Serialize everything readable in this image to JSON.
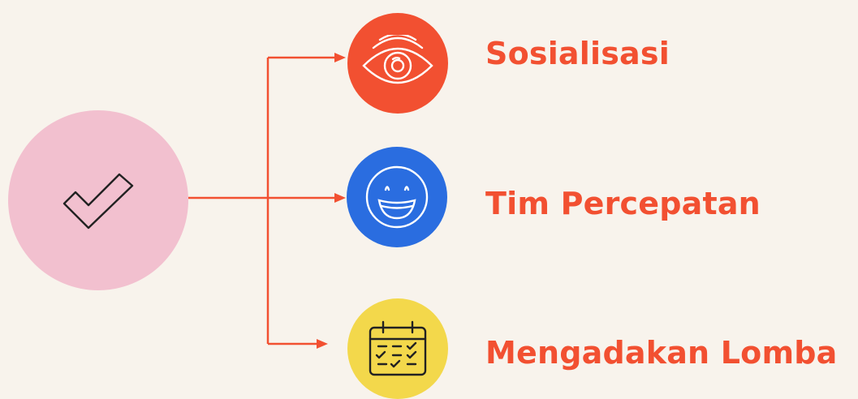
{
  "hub": {
    "icon": "checkmark-icon",
    "color": "#f2c0cf"
  },
  "items": [
    {
      "label": "Sosialisasi",
      "icon": "eye-icon",
      "color": "#f25031"
    },
    {
      "label": "Tim Percepatan",
      "icon": "smiley-face-icon",
      "color": "#2a6de0"
    },
    {
      "label": "Mengadakan Lomba",
      "icon": "calendar-icon",
      "color": "#f3d84b"
    }
  ],
  "colors": {
    "background": "#f8f3ec",
    "accent": "#f25031"
  }
}
